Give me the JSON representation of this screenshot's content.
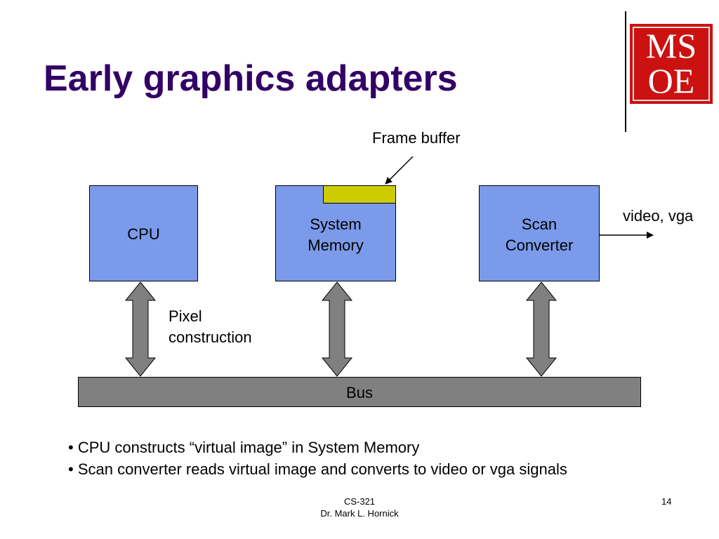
{
  "slide": {
    "title": "Early graphics adapters",
    "logo": {
      "line1": "MS",
      "line2": "OE",
      "color": "#cc1111"
    }
  },
  "diagram": {
    "nodes": {
      "cpu": {
        "label": "CPU"
      },
      "system_memory": {
        "line1": "System",
        "line2": "Memory"
      },
      "scan_converter": {
        "line1": "Scan",
        "line2": "Converter"
      },
      "bus": {
        "label": "Bus"
      }
    },
    "labels": {
      "frame_buffer": "Frame buffer",
      "pixel_line1": "Pixel",
      "pixel_line2": "construction",
      "output": "video, vga"
    },
    "colors": {
      "box": "#7b9aea",
      "frame_buffer": "#cccc00",
      "bus": "#808080",
      "title": "#330066"
    }
  },
  "bullets": [
    "• CPU constructs “virtual image” in System Memory",
    "• Scan converter reads virtual image and converts to video or vga signals"
  ],
  "footer": {
    "course": "CS-321",
    "author": "Dr. Mark L. Hornick",
    "page": "14"
  }
}
